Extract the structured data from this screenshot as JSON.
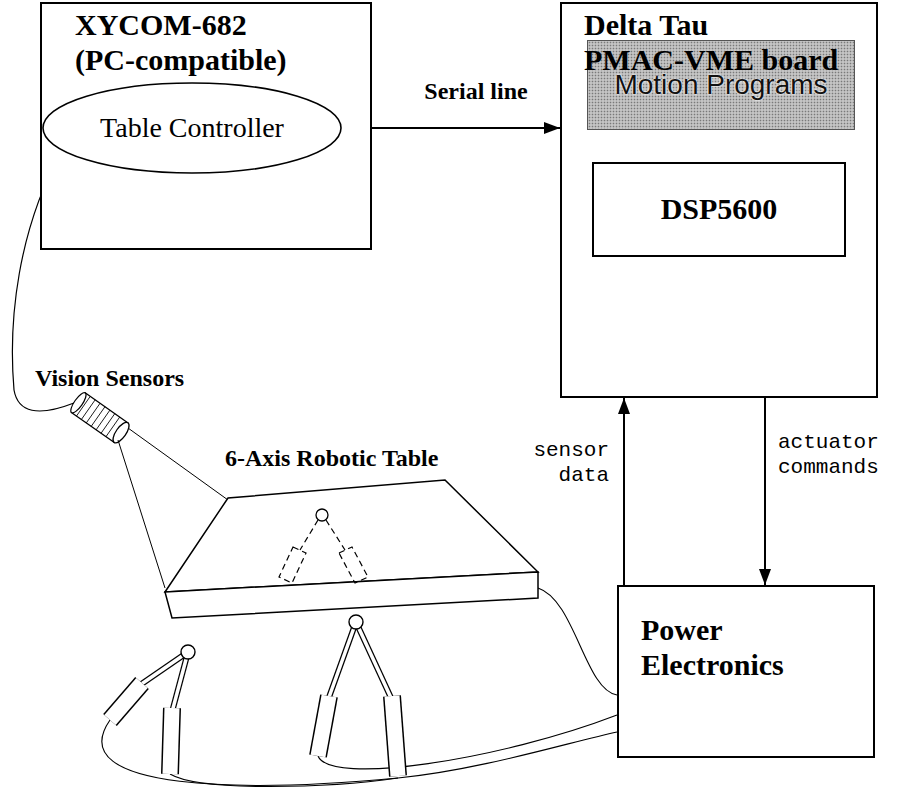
{
  "diagram": {
    "nodes": [
      {
        "text": [
          "XYCOM‑682 (PC‑compatible)"
        ]
      },
      {
        "text": [
          "Table Controller"
        ],
        "in": 0
      },
      {
        "text": [
          "Delta Tau PMAC‑VME board"
        ]
      },
      {
        "text": [
          "Motion Programs"
        ],
        "in": 2
      },
      {
        "text": [
          "DSP5600"
        ],
        "in": 2
      },
      {
        "text": [
          "Power Electronics"
        ]
      }
    ],
    "edges": [
      {
        "from": 1,
        "to": 2,
        "arrow": "both",
        "label": "Serial line"
      },
      {
        "from": 3,
        "to": 4,
        "arrow": "to"
      },
      {
        "from": 5,
        "to": 2,
        "arrow": "to",
        "label": "sensor data"
      },
      {
        "from": 2,
        "to": 5,
        "arrow": "to",
        "label": "actuator commands"
      }
    ],
    "labels": [
      "Vision Sensors",
      "6‑Axis Robotic Table"
    ]
  }
}
